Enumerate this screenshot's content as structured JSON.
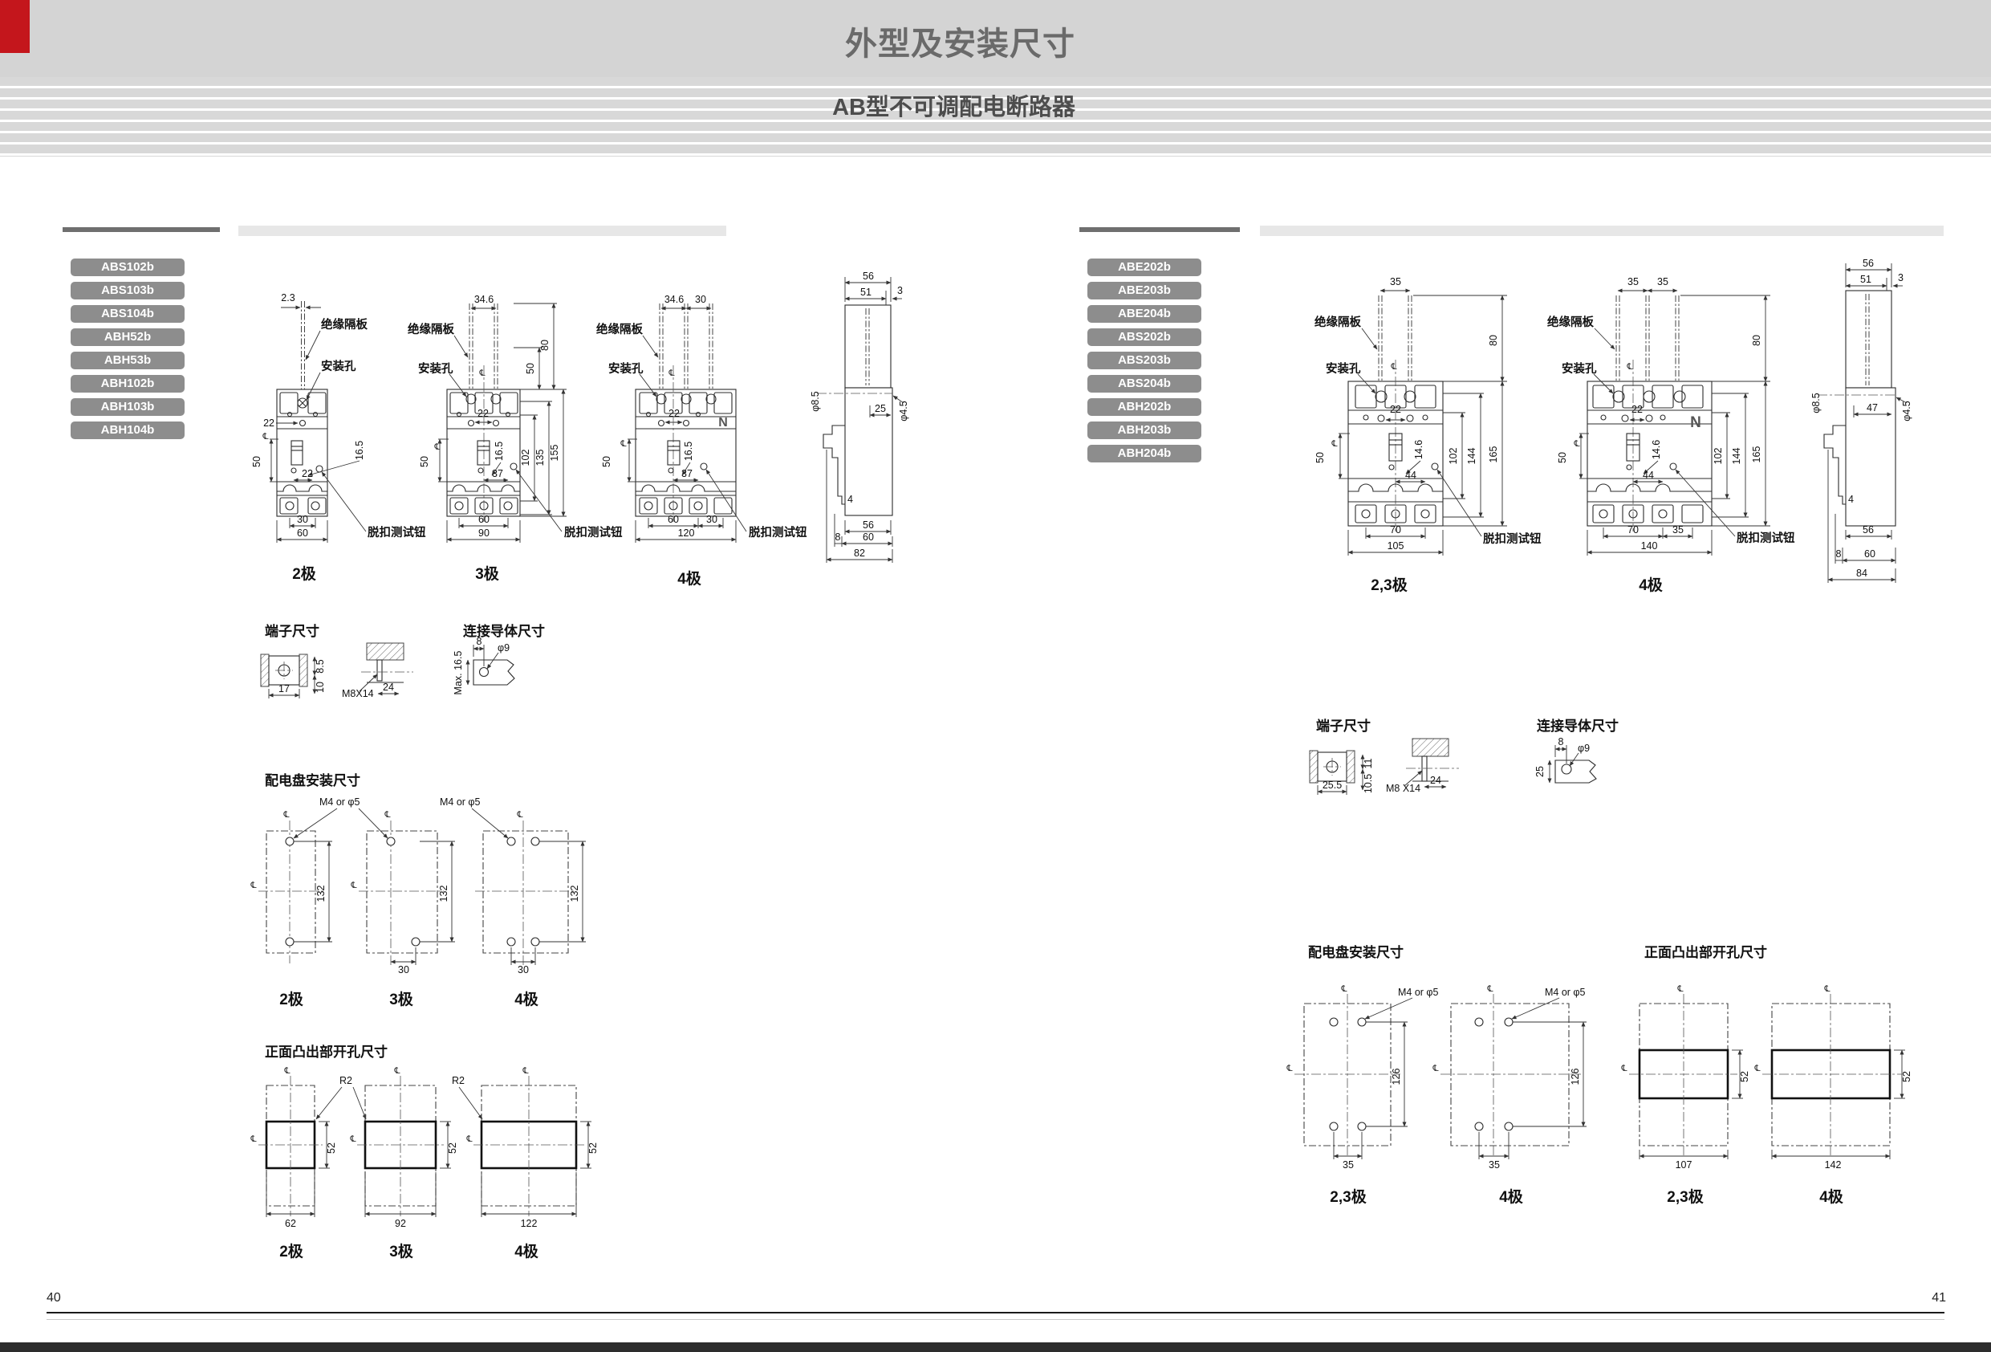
{
  "header": {
    "title": "外型及安装尺寸",
    "subtitle": "AB型不可调配电断路器"
  },
  "footer": {
    "left_page_number": "40",
    "right_page_number": "41"
  },
  "symbols": {
    "centerline": "℄"
  },
  "left_page": {
    "models": [
      "ABS102b",
      "ABS103b",
      "ABS104b",
      "ABH52b",
      "ABH53b",
      "ABH102b",
      "ABH103b",
      "ABH104b"
    ],
    "callouts": {
      "insulation_barrier": "绝缘隔板",
      "mounting_hole": "安装孔",
      "trip_test_button": "脱扣测试钮"
    },
    "captions": {
      "p2": "2极",
      "p3": "3极",
      "p4": "4极"
    },
    "front_2pole": {
      "dims": {
        "barrier_w": "2.3",
        "hole_offset": "22",
        "left_h": "50",
        "handle_h": "16.5",
        "handle_w": "22",
        "bot_a": "30",
        "bot_b": "60"
      }
    },
    "front_3pole": {
      "dims": {
        "barrier_gap": "34.6",
        "barrier_len": "80",
        "barrier_upper": "50",
        "hole_gap": "22",
        "handle_h": "16.5",
        "left_h": "50",
        "h102": "102",
        "h135": "135",
        "h155": "155",
        "trip_off": "37",
        "bot_a": "60",
        "bot_b": "90"
      }
    },
    "front_4pole": {
      "dims": {
        "gap_a": "34.6",
        "gap_b": "30",
        "hole_gap": "22",
        "neutral": "N",
        "handle_h": "16.5",
        "left_h": "50",
        "trip_off": "37",
        "bot_a": "60",
        "bot_b": "30",
        "bot_c": "120"
      }
    },
    "side": {
      "dims": {
        "top_w": "56",
        "top_a": "51",
        "top_b": "3",
        "hole_d": "φ8.5",
        "mid_w": "25",
        "hole_d2": "φ4.5",
        "step": "4",
        "bot_w": "56",
        "bot_a": "8",
        "bot_b": "60",
        "bot_c": "82"
      }
    },
    "terminal": {
      "title": "端子尺寸",
      "dims": {
        "w": "17",
        "a": "8.5",
        "b": "10",
        "thread": "M8X14",
        "depth": "24"
      }
    },
    "conductor": {
      "title": "连接导体尺寸",
      "dims": {
        "off": "8",
        "hole": "φ9",
        "max": "Max. 16.5"
      }
    },
    "panel": {
      "title": "配电盘安装尺寸",
      "screw": "M4 or φ5",
      "pitch_v": "132",
      "pitch_h": "30"
    },
    "cutout": {
      "title": "正面凸出部开孔尺寸",
      "radius": "R2",
      "h": "52",
      "w2": "62",
      "w3": "92",
      "w4": "122"
    }
  },
  "right_page": {
    "models": [
      "ABE202b",
      "ABE203b",
      "ABE204b",
      "ABS202b",
      "ABS203b",
      "ABS204b",
      "ABH202b",
      "ABH203b",
      "ABH204b"
    ],
    "callouts": {
      "insulation_barrier": "绝缘隔板",
      "mounting_hole": "安装孔",
      "trip_test_button": "脱扣测试钮"
    },
    "captions": {
      "p23": "2,3极",
      "p4": "4极"
    },
    "front_23pole": {
      "dims": {
        "barrier_gap": "35",
        "barrier_len": "80",
        "hole_gap": "22",
        "handle_h": "14.6",
        "left_h": "50",
        "h102": "102",
        "h144": "144",
        "h165": "165",
        "trip_off": "44",
        "bot_a": "70",
        "bot_b": "105"
      }
    },
    "front_4pole": {
      "dims": {
        "gap_a": "35",
        "gap_b": "35",
        "hole_gap": "22",
        "neutral": "N",
        "handle_h": "14.6",
        "left_h": "50",
        "trip_off": "44",
        "bot_a": "70",
        "bot_b": "35",
        "bot_c": "140"
      }
    },
    "side": {
      "dims": {
        "top_w": "56",
        "top_a": "51",
        "top_b": "3",
        "hole_d": "φ8.5",
        "mid_w": "47",
        "hole_d2": "φ4.5",
        "step": "4",
        "bot_w": "56",
        "bot_a": "8",
        "bot_b": "60",
        "bot_c": "84"
      }
    },
    "terminal": {
      "title": "端子尺寸",
      "dims": {
        "w": "25.5",
        "a": "11",
        "b": "10.5",
        "thread": "M8 X14",
        "depth": "24"
      }
    },
    "conductor": {
      "title": "连接导体尺寸",
      "dims": {
        "off": "8",
        "hole": "φ9",
        "h": "25"
      }
    },
    "panel": {
      "title": "配电盘安装尺寸",
      "screw": "M4 or φ5",
      "pitch_v": "126",
      "pitch_h": "35"
    },
    "cutout": {
      "title": "正面凸出部开孔尺寸",
      "h": "52",
      "w23": "107",
      "w4": "142"
    }
  }
}
